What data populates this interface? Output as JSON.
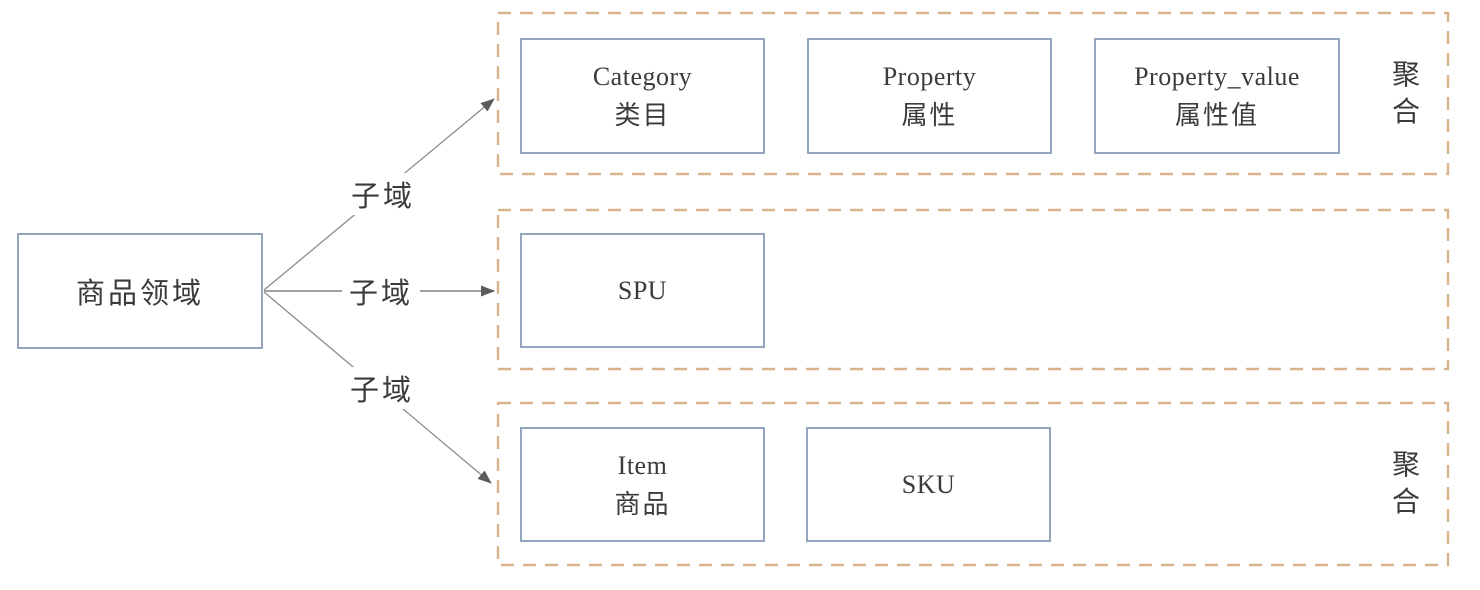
{
  "diagram": {
    "root": {
      "label": "商品领域"
    },
    "edges": [
      {
        "label": "子域"
      },
      {
        "label": "子域"
      },
      {
        "label": "子域"
      }
    ],
    "groups": [
      {
        "aggregate_label": "聚合",
        "entities": [
          {
            "en": "Category",
            "zh": "类目"
          },
          {
            "en": "Property",
            "zh": "属性"
          },
          {
            "en": "Property_value",
            "zh": "属性值"
          }
        ]
      },
      {
        "aggregate_label": "",
        "entities": [
          {
            "en": "SPU",
            "zh": ""
          }
        ]
      },
      {
        "aggregate_label": "聚合",
        "entities": [
          {
            "en": "Item",
            "zh": "商品"
          },
          {
            "en": "SKU",
            "zh": ""
          }
        ]
      }
    ],
    "colors": {
      "entity_border": "#94a6be",
      "group_dashed_border": "#d9b38c",
      "arrow_line": "#969696",
      "arrow_head": "#5b5b5b",
      "text": "#3b3b3b",
      "background": "#ffffff"
    }
  }
}
